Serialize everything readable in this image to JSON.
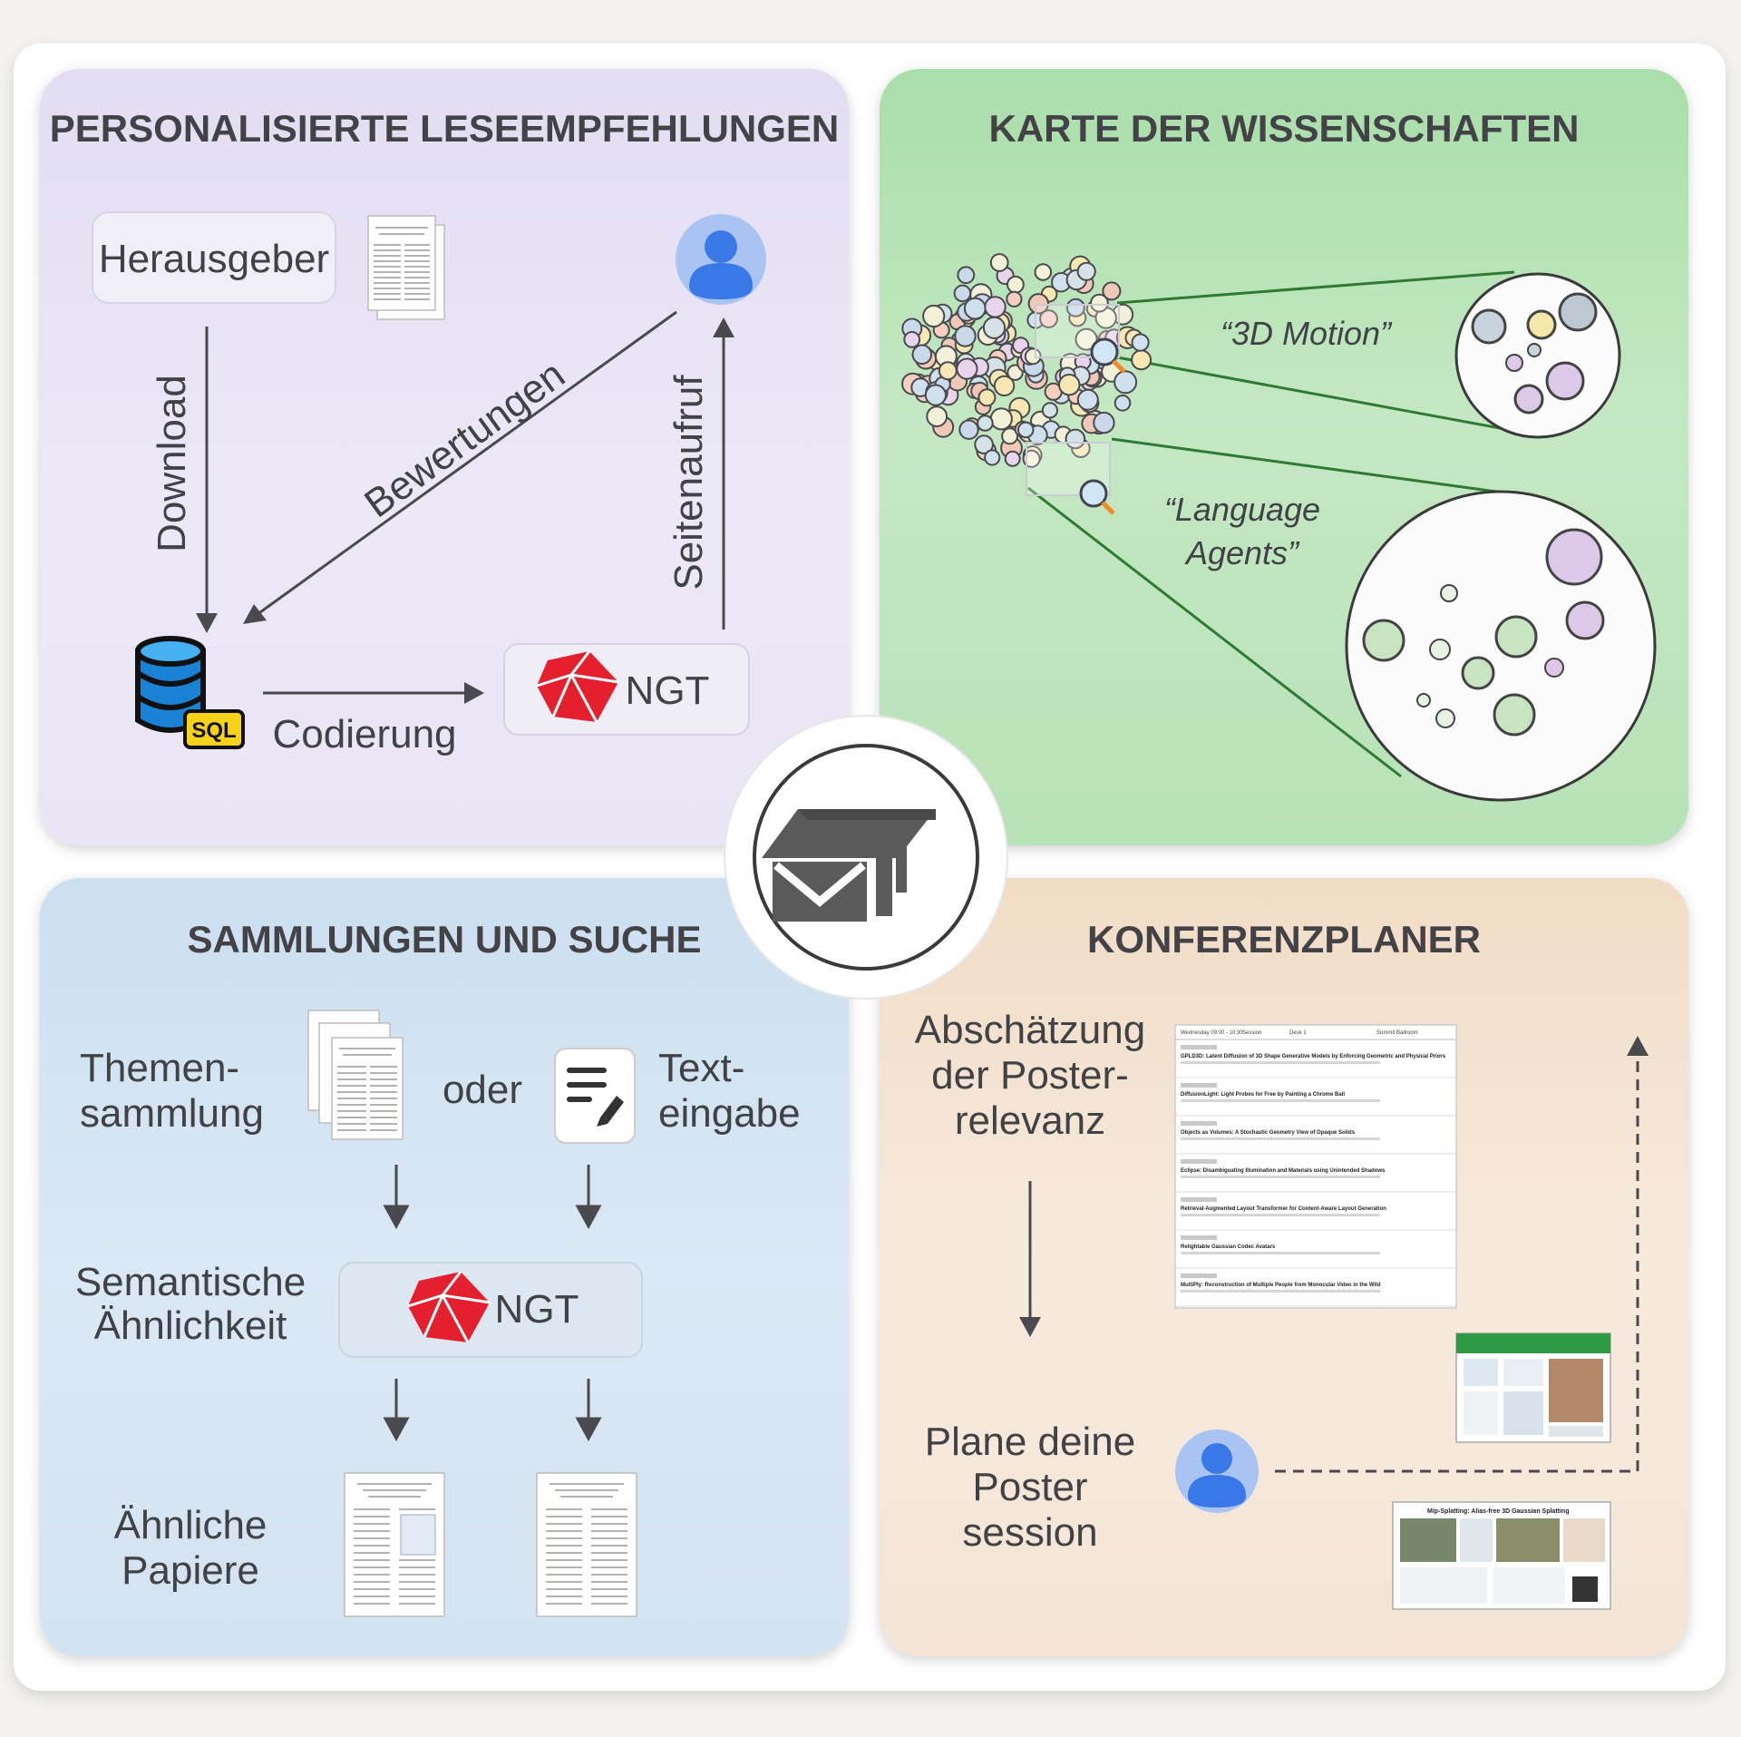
{
  "panels": {
    "reading": {
      "title": "PERSONALISIERTE LESEEMPFEHLUNGEN",
      "publisher_label": "Herausgeber",
      "download_label": "Download",
      "ratings_label": "Bewertungen",
      "page_call_label": "Seitenaufruf",
      "encoding_label": "Codierung",
      "ngt_label": "NGT",
      "sql_label": "SQL"
    },
    "science_map": {
      "title": "KARTE DER WISSENSCHAFTEN",
      "cluster_1": "“3D Motion”",
      "cluster_2_line1": "“Language",
      "cluster_2_line2": "Agents”"
    },
    "search": {
      "title": "SAMMLUNGEN UND SUCHE",
      "topic_line1": "Themen-",
      "topic_line2": "sammlung",
      "or_label": "oder",
      "text_line1": "Text-",
      "text_line2": "eingabe",
      "semantic_line1": "Semantische",
      "semantic_line2": "Ähnlichkeit",
      "ngt_label": "NGT",
      "similar_line1": "Ähnliche",
      "similar_line2": "Papiere"
    },
    "conference": {
      "title": "KONFERENZPLANER",
      "estimate_line1": "Abschätzung",
      "estimate_line2": "der Poster-",
      "estimate_line3": "relevanz",
      "plan_line1": "Plane deine",
      "plan_line2": "Poster",
      "plan_line3": "session",
      "list_header": [
        "Wednesday 09:00 - 10:30",
        "Session",
        "Desk 1",
        "Summit Ballroom"
      ],
      "list_items": [
        "GPLD3D: Latent Diffusion of 3D Shape Generative Models by Enforcing Geometric and Physical Priors",
        "DiffusionLight: Light Probes for Free by Painting a Chrome Ball",
        "Objects as Volumes: A Stochastic Geometry View of Opaque Solids",
        "Eclipse: Disambiguating Illumination and Materials using Unintended Shadows",
        "Retrieval-Augmented Layout Transformer for Content-Aware Layout Generation",
        "Relightable Gaussian Codec Avatars",
        "MultiPly: Reconstruction of Multiple People from Monocular Video in the Wild"
      ],
      "poster_2_title": "Mip-Splatting: Alias-free 3D Gaussian Splatting"
    }
  },
  "center_icon": "graduation-cap-envelope-icon",
  "colors": {
    "reading_bg": "#e6e2f5",
    "map_bg": "#bde6bc",
    "search_bg": "#d6e5f3",
    "conference_bg": "#f5e6d7",
    "ngt_red": "#e4202f",
    "user_blue": "#3b78e7",
    "sql_yellow": "#f7d21b"
  }
}
